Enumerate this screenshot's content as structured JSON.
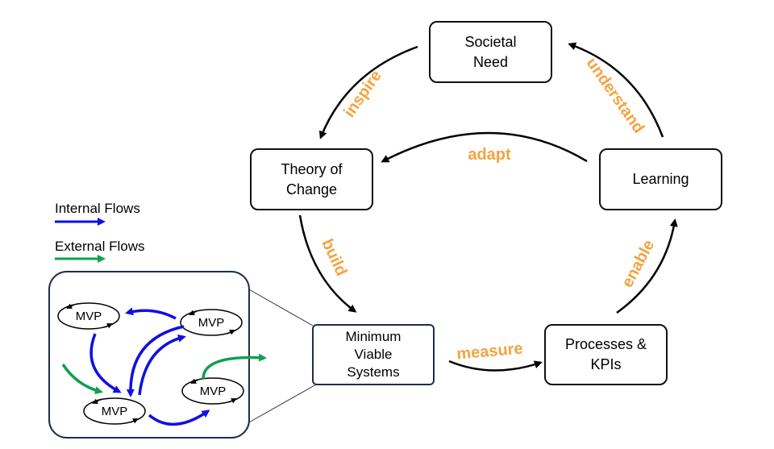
{
  "nodes": {
    "societal_need": "Societal\nNeed",
    "theory_of_change": "Theory of\nChange",
    "learning": "Learning",
    "minimum_viable_systems": "Minimum\nViable\nSystems",
    "processes_kpis": "Processes &\nKPIs"
  },
  "flows": {
    "inspire": "inspire",
    "understand": "understand",
    "adapt": "adapt",
    "build": "build",
    "enable": "enable",
    "measure": "measure"
  },
  "legend": {
    "internal": "Internal Flows",
    "external": "External Flows",
    "internal_color": "#1010e0",
    "external_color": "#10a050"
  },
  "inset": {
    "mvp_labels": [
      "MVP",
      "MVP",
      "MVP",
      "MVP"
    ]
  },
  "colors": {
    "verb": "#f5a340",
    "node_border": "#111111",
    "inset_border": "#1f2d4a"
  }
}
